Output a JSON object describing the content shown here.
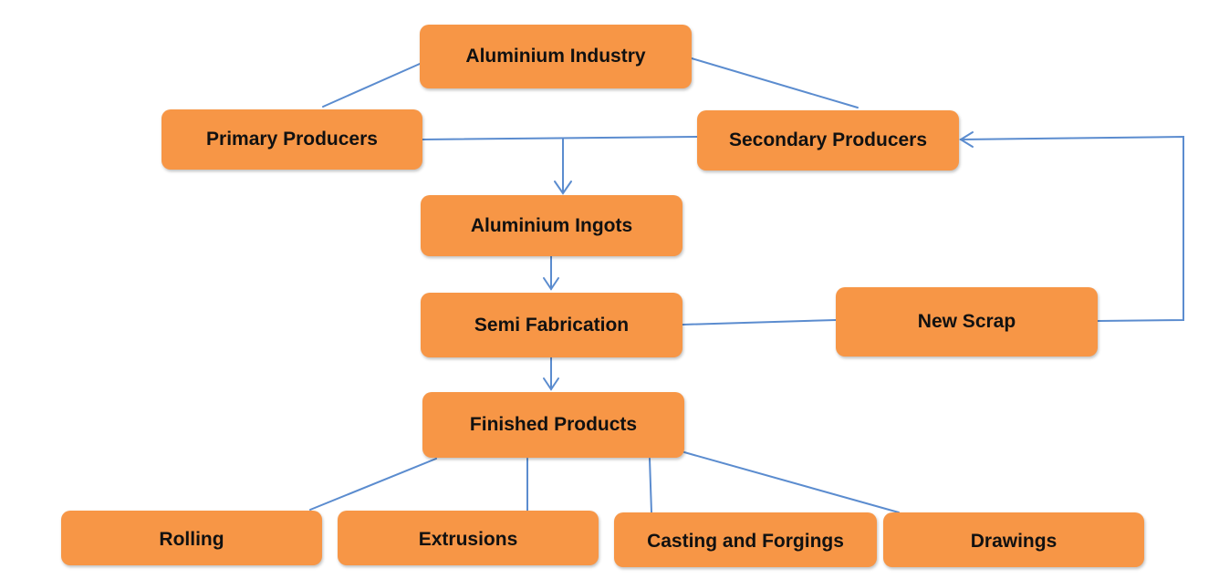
{
  "colors": {
    "box_fill": "#f79646",
    "line": "#5b8ccf"
  },
  "nodes": {
    "industry": "Aluminium Industry",
    "primary": "Primary Producers",
    "secondary": "Secondary Producers",
    "ingots": "Aluminium Ingots",
    "semi": "Semi Fabrication",
    "scrap": "New Scrap",
    "finished": "Finished Products",
    "rolling": "Rolling",
    "extrusions": "Extrusions",
    "casting": "Casting and Forgings",
    "drawings": "Drawings"
  },
  "edges": [
    {
      "from": "industry",
      "to": "primary",
      "arrow": false
    },
    {
      "from": "industry",
      "to": "secondary",
      "arrow": false
    },
    {
      "from": "primary",
      "to": "secondary",
      "arrow": false
    },
    {
      "from": "primary-secondary-line",
      "to": "ingots",
      "arrow": true
    },
    {
      "from": "ingots",
      "to": "semi",
      "arrow": true
    },
    {
      "from": "semi",
      "to": "scrap",
      "arrow": false
    },
    {
      "from": "scrap",
      "to": "secondary",
      "arrow": true
    },
    {
      "from": "semi",
      "to": "finished",
      "arrow": true
    },
    {
      "from": "finished",
      "to": "rolling",
      "arrow": false
    },
    {
      "from": "finished",
      "to": "extrusions",
      "arrow": false
    },
    {
      "from": "finished",
      "to": "casting",
      "arrow": false
    },
    {
      "from": "finished",
      "to": "drawings",
      "arrow": false
    }
  ]
}
